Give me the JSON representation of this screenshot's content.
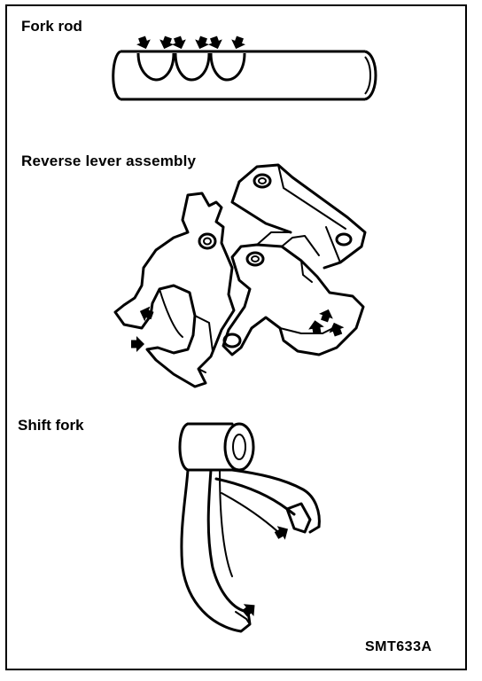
{
  "labels": {
    "fork_rod": "Fork rod",
    "reverse_lever_assembly": "Reverse lever assembly",
    "shift_fork": "Shift fork",
    "figure_code": "SMT633A"
  },
  "icons": {
    "marker": "arrow-icon"
  },
  "colors": {
    "ink": "#000000",
    "paper": "#ffffff"
  }
}
